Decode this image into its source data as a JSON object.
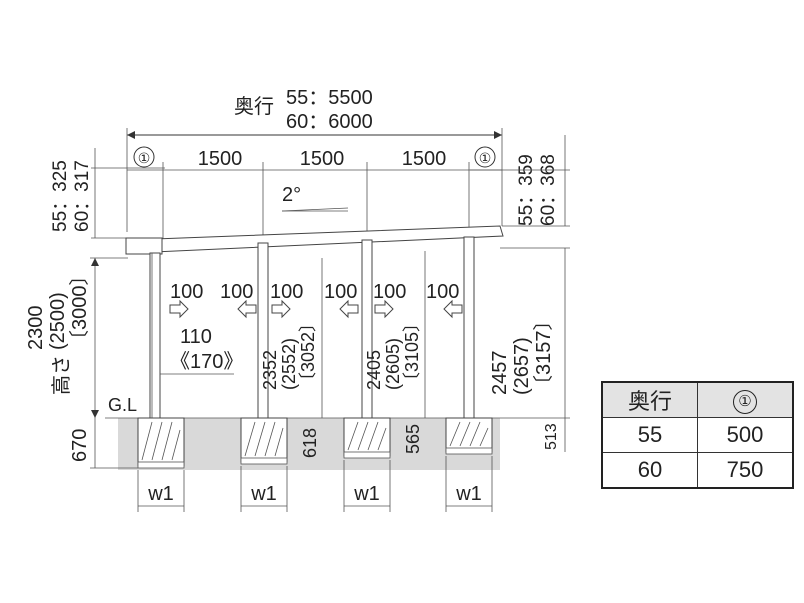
{
  "header": {
    "depth_label": "奥行",
    "depth_55": "55：5500",
    "depth_60": "60：6000"
  },
  "span": {
    "marker": "①",
    "seg1": "1500",
    "seg2": "1500",
    "seg3": "1500"
  },
  "slope": "2°",
  "left_offset": {
    "a": "55：325",
    "b": "60：317"
  },
  "right_offset": {
    "a": "55：359",
    "b": "60：368"
  },
  "height": {
    "label": "高さ",
    "h1": "2300",
    "h2": "(2500)",
    "h3": "〔3000〕"
  },
  "post_heights": {
    "p2": [
      "2352",
      "(2552)",
      "〔3052〕"
    ],
    "p3": [
      "2405",
      "(2605)",
      "〔3105〕"
    ],
    "p4": [
      "2457",
      "(2657)",
      "〔3157〕"
    ]
  },
  "gap_label": "100",
  "front_note": {
    "a": "110",
    "b": "《170》"
  },
  "gl_label": "G.L",
  "depths": {
    "left": "670",
    "p2": "618",
    "p3": "565",
    "p4": "513"
  },
  "footing_label": "w1",
  "table": {
    "header": [
      "奥行",
      "①"
    ],
    "rows": [
      [
        "55",
        "500"
      ],
      [
        "60",
        "750"
      ]
    ]
  }
}
